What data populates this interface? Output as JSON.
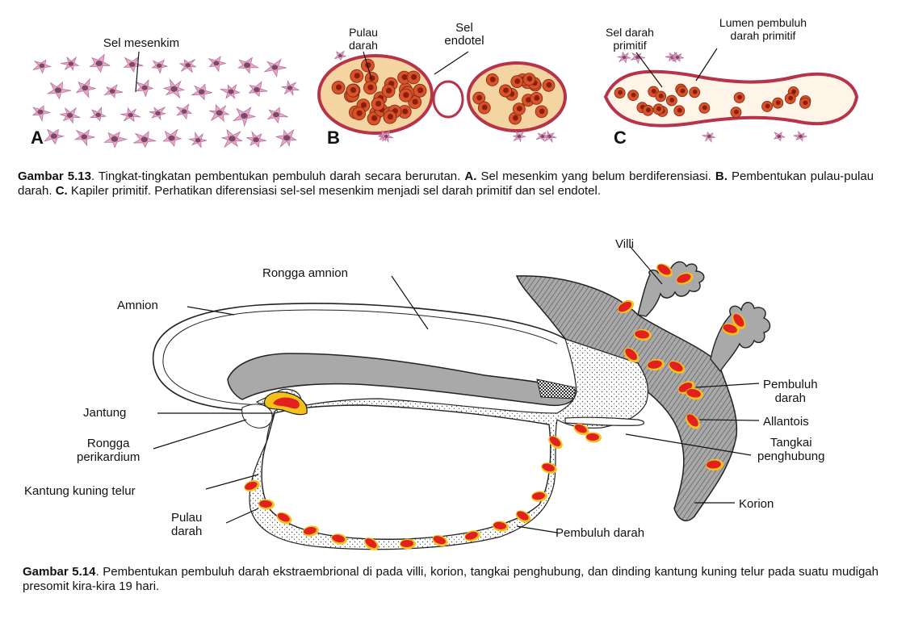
{
  "figure_top": {
    "panels": [
      {
        "letter": "A",
        "labels": [
          "Sel mesenkim"
        ]
      },
      {
        "letter": "B",
        "labels": [
          "Pulau\ndarah",
          "Sel\nendotel"
        ]
      },
      {
        "letter": "C",
        "labels": [
          "Sel darah\nprimitif",
          "Lumen pembuluh\ndarah primitif"
        ]
      }
    ],
    "caption": {
      "number": "Gambar 5.13",
      "text": ". Tingkat-tingkatan pembentukan pembuluh darah secara berurutan. ",
      "a_key": "A.",
      "a_text": " Sel mesenkim yang belum berdiferensiasi. ",
      "b_key": "B.",
      "b_text": " Pembentukan pulau-pulau darah. ",
      "c_key": "C.",
      "c_text": " Kapiler primitif. Perhatikan diferensiasi sel-sel mesenkim menjadi sel darah primitif dan sel endotel."
    }
  },
  "figure_bottom": {
    "labels": {
      "villi": "Villi",
      "rongga_amnion": "Rongga amnion",
      "amnion": "Amnion",
      "jantung": "Jantung",
      "rongga_perikardium": "Rongga\nperikardium",
      "kantung_kuning_telur": "Kantung kuning telur",
      "pulau_darah": "Pulau\ndarah",
      "pembuluh_darah_bottom": "Pembuluh darah",
      "pembuluh_darah_right": "Pembuluh\ndarah",
      "allantois": "Allantois",
      "tangkai_penghubung": "Tangkai\npenghubung",
      "korion": "Korion"
    },
    "caption": {
      "number": "Gambar 5.14",
      "text": ". Pembentukan pembuluh darah ekstraembrional di pada villi, korion, tangkai penghubung, dan dinding kantung kuning telur pada suatu mudigah presomit kira-kira 19 hari."
    }
  },
  "colors": {
    "mesenchyme_cell": "#e9a6c8",
    "blood_cell": "#d8522a",
    "blood_cell_dark": "#8a1d0c",
    "endothelium": "#b7334a",
    "vessel_red": "#e0211d",
    "vessel_yellow": "#f3c21a",
    "tissue_gray": "#a9a9a9",
    "stipple": "#444444"
  }
}
